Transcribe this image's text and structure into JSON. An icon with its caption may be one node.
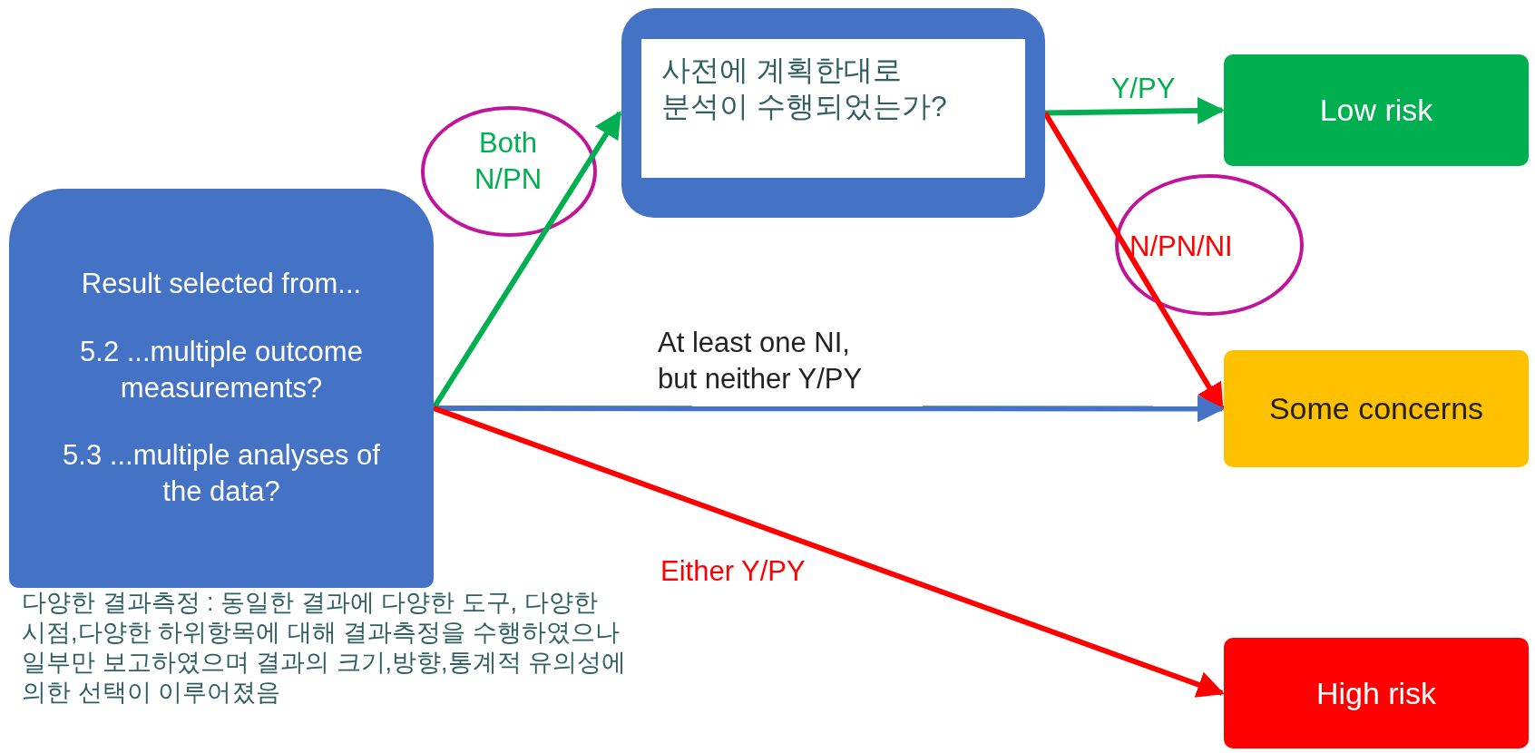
{
  "diagram": {
    "nodes": [
      {
        "text": [
          "Result selected from...",
          "5.2 ...multiple outcome measurements?",
          "5.3 ...multiple analyses of the data?"
        ]
      },
      {
        "text": [
          "사전에 계획한대로 분석이 수행되었는가?"
        ]
      },
      {
        "text": [
          "Low risk"
        ]
      },
      {
        "text": [
          "Some concerns"
        ]
      },
      {
        "text": [
          "High risk"
        ]
      }
    ],
    "edges": [
      {
        "from": 0,
        "to": 1,
        "arrow": "to",
        "label": "Both N/PN",
        "color": "#00b050"
      },
      {
        "from": 1,
        "to": 2,
        "arrow": "to",
        "label": "Y/PY",
        "color": "#00b050"
      },
      {
        "from": 1,
        "to": 3,
        "arrow": "to",
        "label": "N/PN/NI",
        "color": "#ff0000"
      },
      {
        "from": 0,
        "to": 3,
        "arrow": "to",
        "label": "At least one NI, but neither Y/PY",
        "color": "#4472c4"
      },
      {
        "from": 0,
        "to": 4,
        "arrow": "to",
        "label": "Either Y/PY",
        "color": "#ff0000"
      }
    ],
    "labels": [
      "다양한 결과측정 : 동일한 결과에 다양한 도구, 다양한 시점,다양한 하위항목에 대해 결과측정을 수행하였으나 일부만 보고하였으며 결과의 크기,방향,통계적 유의성에 의한 선택이 이루어졌음"
    ]
  }
}
